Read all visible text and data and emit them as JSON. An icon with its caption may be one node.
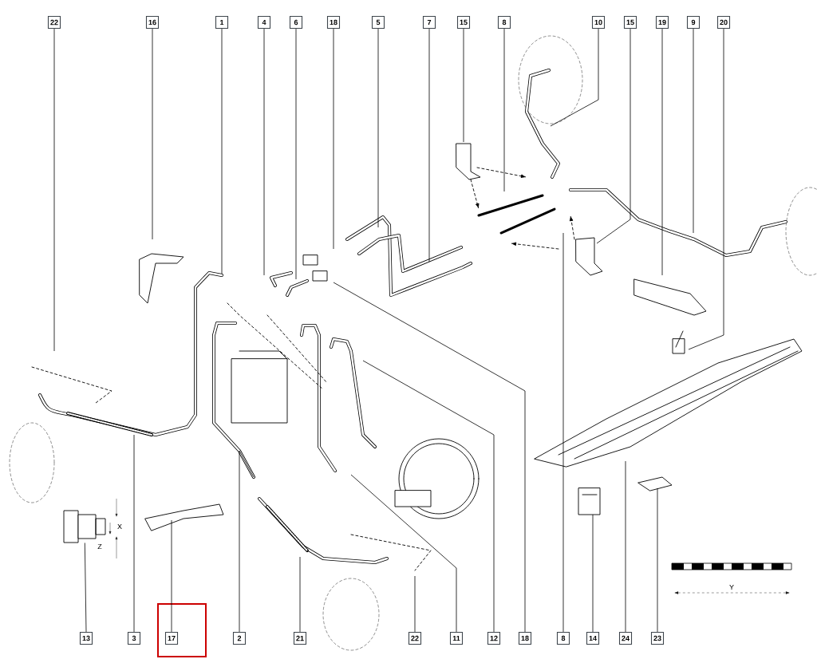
{
  "diagram": {
    "nodes": [
      {
        "text": [
          "22"
        ]
      },
      {
        "text": [
          "16"
        ]
      },
      {
        "text": [
          "1"
        ]
      },
      {
        "text": [
          "4"
        ]
      },
      {
        "text": [
          "6"
        ]
      },
      {
        "text": [
          "18"
        ]
      },
      {
        "text": [
          "5"
        ]
      },
      {
        "text": [
          "7"
        ]
      },
      {
        "text": [
          "15"
        ]
      },
      {
        "text": [
          "8"
        ]
      },
      {
        "text": [
          "10"
        ]
      },
      {
        "text": [
          "15"
        ]
      },
      {
        "text": [
          "19"
        ]
      },
      {
        "text": [
          "9"
        ]
      },
      {
        "text": [
          "20"
        ]
      },
      {
        "text": [
          "13"
        ]
      },
      {
        "text": [
          "3"
        ]
      },
      {
        "text": [
          "17"
        ]
      },
      {
        "text": [
          "2"
        ]
      },
      {
        "text": [
          "21"
        ]
      },
      {
        "text": [
          "22"
        ]
      },
      {
        "text": [
          "11"
        ]
      },
      {
        "text": [
          "12"
        ]
      },
      {
        "text": [
          "18"
        ]
      },
      {
        "text": [
          "8"
        ]
      },
      {
        "text": [
          "14"
        ]
      },
      {
        "text": [
          "24"
        ]
      },
      {
        "text": [
          "23"
        ]
      },
      {
        "text": [],
        "shape": "picture"
      }
    ],
    "edges": [
      {
        "from": 0,
        "to": null,
        "arrow": "none"
      },
      {
        "from": 1,
        "to": null,
        "arrow": "none"
      },
      {
        "from": 2,
        "to": null,
        "arrow": "none"
      },
      {
        "from": 3,
        "to": null,
        "arrow": "none"
      },
      {
        "from": 4,
        "to": null,
        "arrow": "none"
      },
      {
        "from": 5,
        "to": null,
        "arrow": "none"
      },
      {
        "from": 6,
        "to": null,
        "arrow": "none"
      },
      {
        "from": 7,
        "to": null,
        "arrow": "none"
      },
      {
        "from": 8,
        "to": null,
        "arrow": "none"
      },
      {
        "from": 9,
        "to": null,
        "arrow": "none"
      },
      {
        "from": 10,
        "to": null,
        "arrow": "none"
      },
      {
        "from": 11,
        "to": null,
        "arrow": "none"
      },
      {
        "from": 12,
        "to": null,
        "arrow": "none"
      },
      {
        "from": 13,
        "to": null,
        "arrow": "none"
      },
      {
        "from": 14,
        "to": null,
        "arrow": "none"
      },
      {
        "from": 15,
        "to": 28,
        "arrow": "none"
      },
      {
        "from": 16,
        "to": null,
        "arrow": "none"
      },
      {
        "from": 17,
        "to": null,
        "arrow": "none"
      },
      {
        "from": 18,
        "to": null,
        "arrow": "none"
      },
      {
        "from": 19,
        "to": null,
        "arrow": "none"
      },
      {
        "from": 20,
        "to": null,
        "arrow": "none"
      },
      {
        "from": 21,
        "to": null,
        "arrow": "none"
      },
      {
        "from": 22,
        "to": null,
        "arrow": "none"
      },
      {
        "from": 23,
        "to": null,
        "arrow": "none"
      },
      {
        "from": 24,
        "to": null,
        "arrow": "none"
      },
      {
        "from": 25,
        "to": null,
        "arrow": "none"
      },
      {
        "from": 26,
        "to": null,
        "arrow": "none"
      },
      {
        "from": 27,
        "to": null,
        "arrow": "none"
      }
    ],
    "labels": [
      "X",
      "Z",
      "Y"
    ]
  }
}
